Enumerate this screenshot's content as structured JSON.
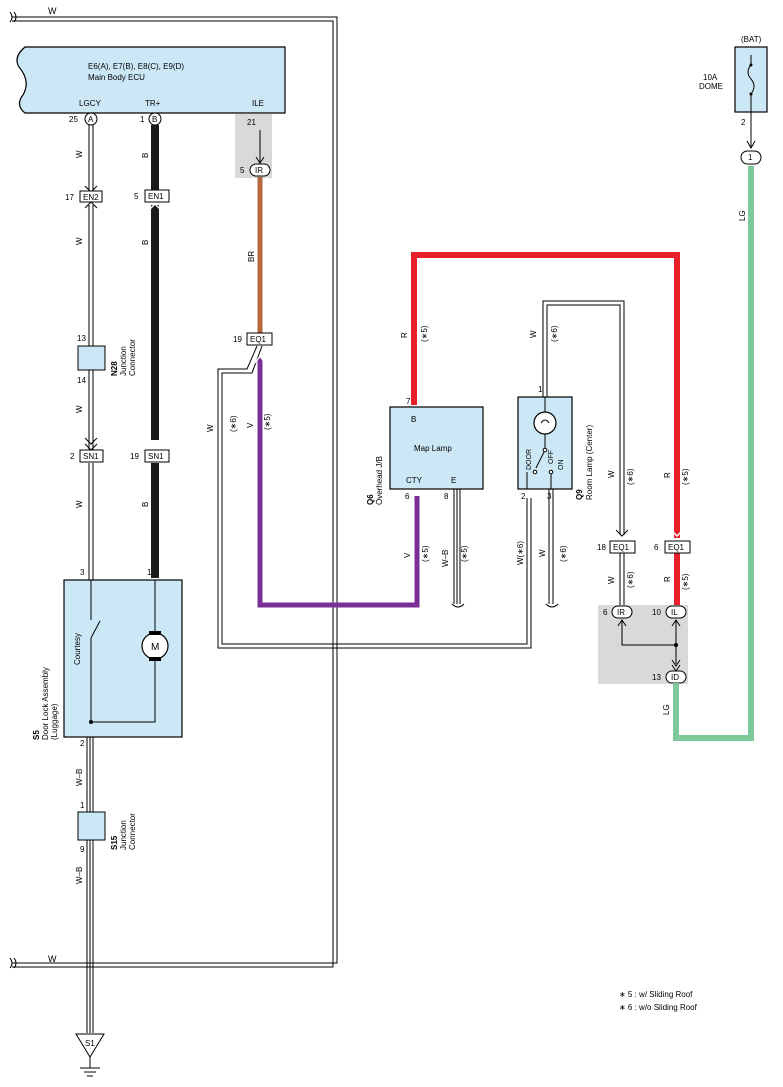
{
  "ecu": {
    "title": "E6(A), E7(B), E8(C), E9(D)",
    "subtitle": "Main Body ECU",
    "term_lgcy": "LGCY",
    "term_trplus": "TR+",
    "term_ile": "ILE",
    "pin_a": "25",
    "conn_a": "A",
    "pin_b": "1",
    "conn_b": "B",
    "pin_ile": "21"
  },
  "top_wire": {
    "color_code": "W"
  },
  "bottom_wire": {
    "color_code": "W"
  },
  "wire_colors": {
    "w": "W",
    "b": "B",
    "br": "BR",
    "r": "R",
    "v": "V",
    "lg": "LG",
    "wb": "W–B",
    "w_star6": "W(∗6)",
    "star5": "(∗5)",
    "star6": "(∗6)"
  },
  "colors": {
    "red": "#e8202a",
    "purple": "#7a2f96",
    "brown": "#b5683e",
    "green": "#7ec99a",
    "black": "#1a1a1a",
    "component_fill": "#cce8f6",
    "shade": "#d9d9d9"
  },
  "connectors": {
    "en2": {
      "pin": "17",
      "name": "EN2"
    },
    "en1": {
      "pin": "5",
      "name": "EN1"
    },
    "ir_ecu": {
      "pin": "5",
      "name": "IR"
    },
    "eq1_19": {
      "pin": "19",
      "name": "EQ1"
    },
    "sn1_2": {
      "pin": "2",
      "name": "SN1"
    },
    "sn1_19": {
      "pin": "19",
      "name": "SN1"
    },
    "eq1_18": {
      "pin": "18",
      "name": "EQ1"
    },
    "eq1_6": {
      "pin": "6",
      "name": "EQ1"
    },
    "ir_jb": {
      "pin": "6",
      "name": "IR"
    },
    "il_jb": {
      "pin": "10",
      "name": "IL"
    },
    "id_jb": {
      "pin": "13",
      "name": "ID"
    },
    "dome_out": {
      "pin": "1"
    }
  },
  "n28": {
    "code": "N28",
    "name": "Junction",
    "name2": "Connector",
    "pin_top": "13",
    "pin_bottom": "14"
  },
  "s15": {
    "code": "S15",
    "name": "Junction",
    "name2": "Connector",
    "pin_top": "1",
    "pin_bottom": "9"
  },
  "s5": {
    "code": "S5",
    "name": "Door Lock Assembly",
    "name2": "(Luggage)",
    "courtesy": "Courtesy",
    "motor": "M",
    "pin_3": "3",
    "pin_1": "1",
    "pin_2": "2"
  },
  "q6": {
    "code": "Q6",
    "name": "Overhead J/B",
    "lamp": "Map Lamp",
    "term_b": "B",
    "term_cty": "CTY",
    "term_e": "E",
    "pin_7": "7",
    "pin_6": "6",
    "pin_8": "8"
  },
  "q9": {
    "code": "Q9",
    "name": "Room Lamp (Center)",
    "door": "DOOR",
    "off": "OFF",
    "on": "ON",
    "pin_1": "1",
    "pin_2": "2",
    "pin_3": "3"
  },
  "dome": {
    "bat": "(BAT)",
    "fuse_amp": "10A",
    "fuse_name": "DOME",
    "pin_2": "2"
  },
  "ground": {
    "label": "S1"
  },
  "notes": {
    "n5": "∗ 5 : w/ Sliding Roof",
    "n6": "∗ 6 : w/o Sliding Roof"
  }
}
